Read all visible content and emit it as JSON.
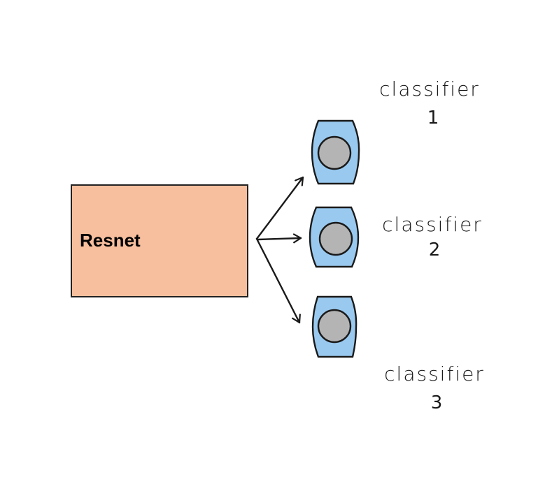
{
  "diagram": {
    "backbone": {
      "label": "Resnet",
      "fill": "#f8bf9e",
      "stroke": "#222222"
    },
    "classifier_style": {
      "outer_fill": "#99c9ef",
      "inner_fill": "#b4b4b4",
      "stroke": "#1a1a1a"
    },
    "classifiers": [
      {
        "name": "classifier",
        "number": "1"
      },
      {
        "name": "classifier",
        "number": "2"
      },
      {
        "name": "classifier",
        "number": "3"
      }
    ],
    "edges": [
      {
        "from": "Resnet",
        "to": "classifier 1"
      },
      {
        "from": "Resnet",
        "to": "classifier 2"
      },
      {
        "from": "Resnet",
        "to": "classifier 3"
      }
    ]
  }
}
